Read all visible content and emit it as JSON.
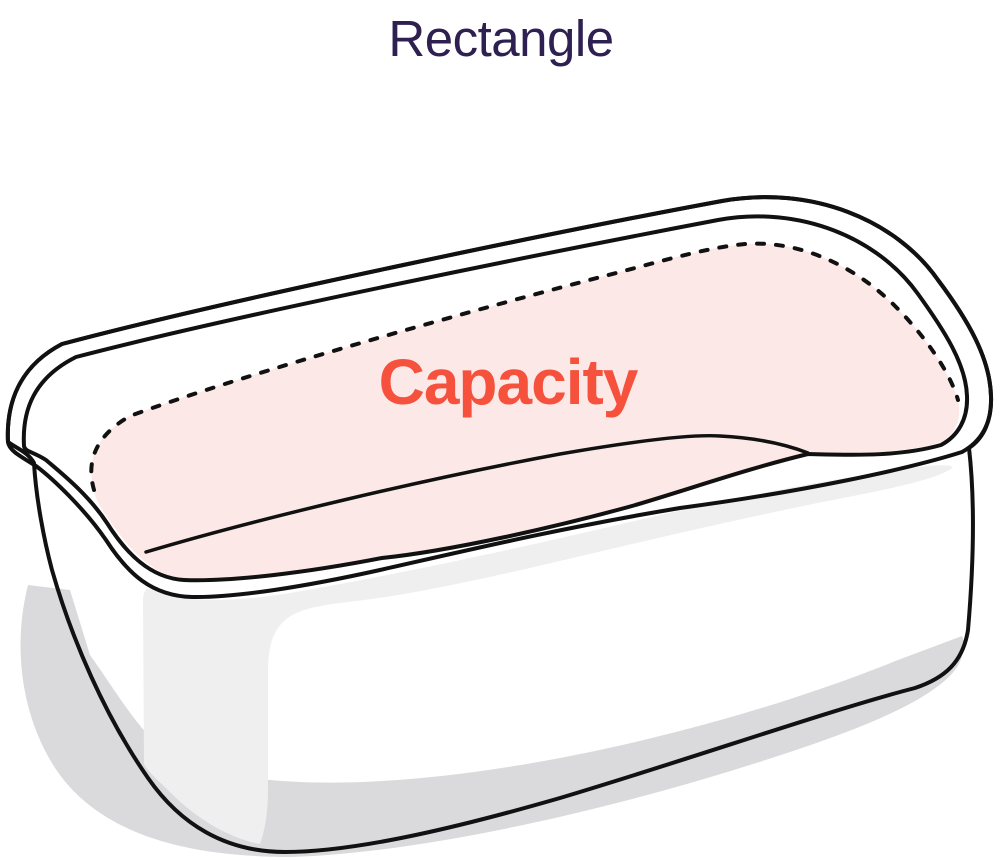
{
  "title": "Rectangle",
  "illustration": {
    "shape_name": "Rectangle",
    "capacity_label": "Capacity",
    "description": "3D outline drawing of a rectangular food tub; the open top is shaded pink with a dashed fill-level line and labeled Capacity"
  },
  "colors": {
    "background": "#ffffff",
    "title_text": "#2e2051",
    "capacity_text": "#f5513d",
    "capacity_fill": "#fce9e7",
    "outline": "#111111",
    "drop_shadow": "#dadadd",
    "face_shading": "#efeff0",
    "body_fill": "#ffffff"
  }
}
